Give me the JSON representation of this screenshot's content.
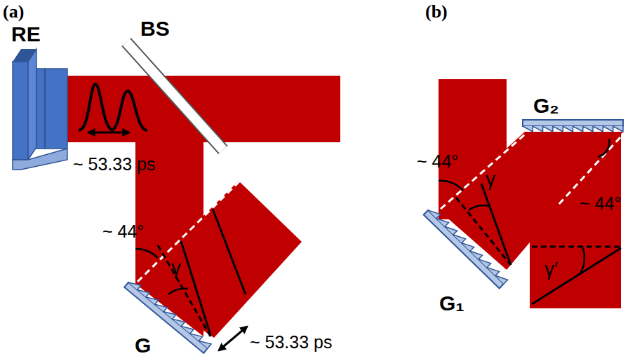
{
  "diagram": {
    "labels": [
      "(a)",
      "(b)",
      "RE",
      "BS",
      "~ 53.33 ps",
      "~ 44°",
      "γ",
      "~ 53.33 ps",
      "G",
      "G₂",
      "~ 44°",
      "γ",
      "G₁",
      "~ 44°",
      "γ′"
    ]
  }
}
